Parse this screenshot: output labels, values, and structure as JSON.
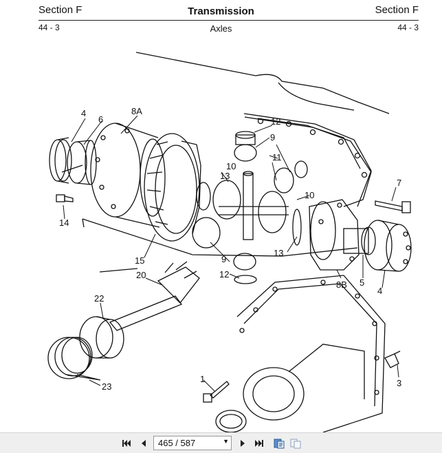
{
  "header": {
    "section_left": "Section F",
    "title": "Transmission",
    "section_right": "Section F",
    "page_left": "44 - 3",
    "subtitle": "Axles",
    "page_right": "44 - 3"
  },
  "figure": {
    "callouts": [
      "4",
      "6",
      "8A",
      "12",
      "9",
      "10",
      "11",
      "7",
      "10",
      "13",
      "13",
      "14",
      "15",
      "9",
      "12",
      "20",
      "8B",
      "5",
      "4",
      "22",
      "23",
      "1",
      "3"
    ]
  },
  "viewer": {
    "page_indicator": "465 / 587",
    "icons": [
      "first-page-icon",
      "prev-page-icon",
      "next-page-icon",
      "last-page-icon",
      "save-page-icon",
      "copy-page-icon"
    ]
  }
}
